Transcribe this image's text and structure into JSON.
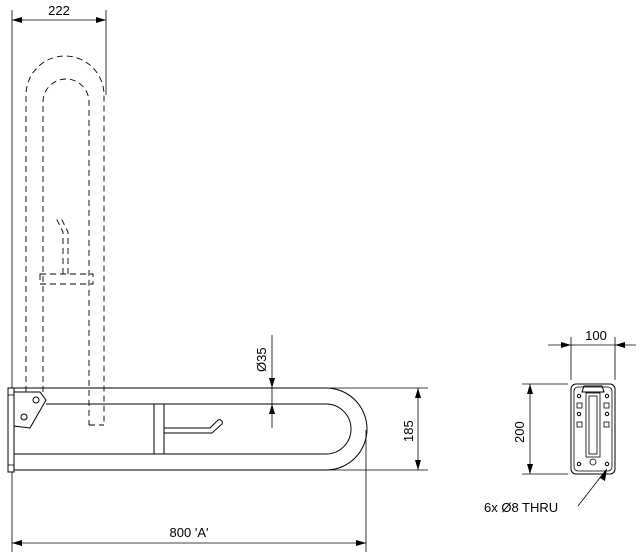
{
  "dimensions": {
    "top_width": "222",
    "tube_diameter": "Ø35",
    "height": "185",
    "length": "800 'A'",
    "plate_width": "100",
    "plate_height": "200"
  },
  "note": "6x  Ø8  THRU",
  "colors": {
    "line": "#000000",
    "background": "#ffffff"
  }
}
